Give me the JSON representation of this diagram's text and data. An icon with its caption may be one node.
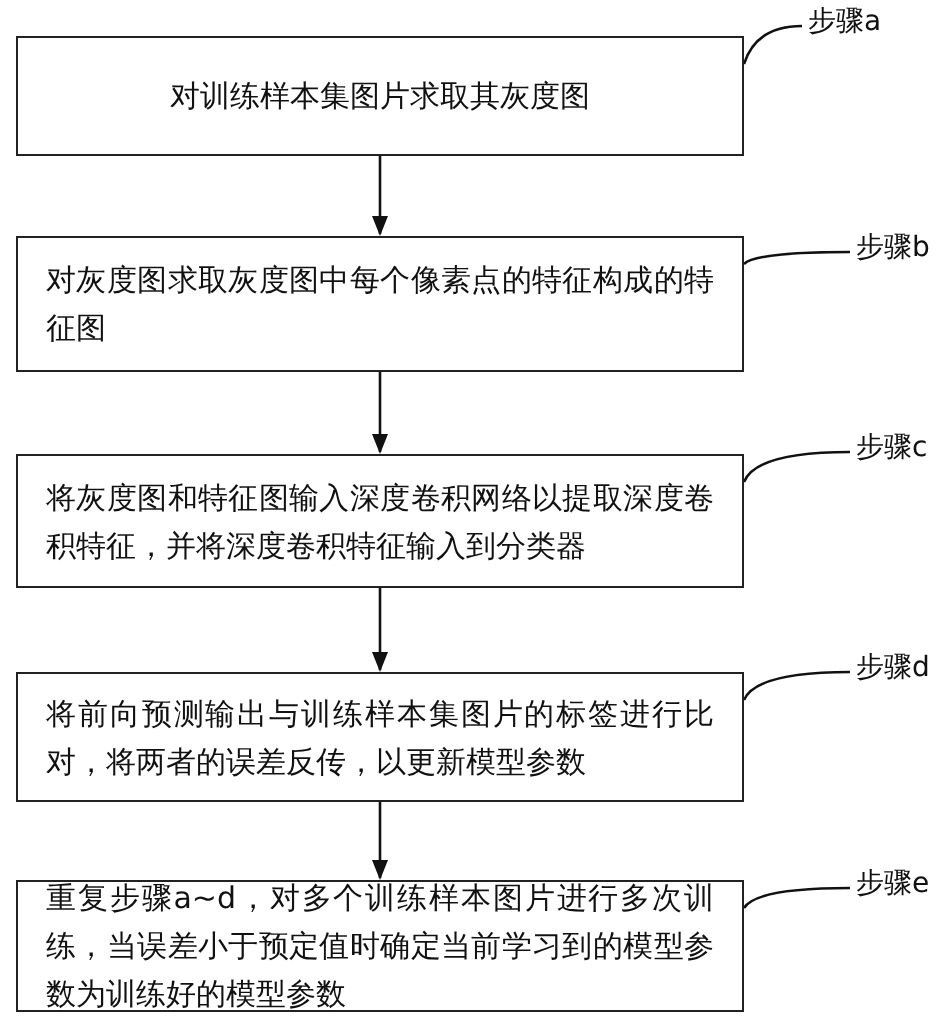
{
  "diagram": {
    "nodes": [
      {
        "text": [
          "步骤a"
        ]
      },
      {
        "text": [
          "对训练样本集图片求取其灰度图"
        ]
      },
      {
        "text": [
          "步骤b"
        ]
      },
      {
        "text": [
          "对灰度图求取灰度图中每个像素点的特征构成的特征图"
        ]
      },
      {
        "text": [
          "步骤c"
        ]
      },
      {
        "text": [
          "将灰度图和特征图输入深度卷积网络以提取深度卷积特征，并将深度卷积特征输入到分类器"
        ]
      },
      {
        "text": [
          "步骤d"
        ]
      },
      {
        "text": [
          "将前向预测输出与训练样本集图片的标签进行比对，将两者的误差反传，以更新模型参数"
        ]
      },
      {
        "text": [
          "步骤e"
        ]
      },
      {
        "text": [
          "重复步骤a~d，对多个训练样本图片进行多次训练，当误差小于预定值时确定当前学习到的模型参数为训练好的模型参数"
        ]
      }
    ],
    "edges": [
      {
        "from": 1,
        "to": 3,
        "arrow": "to"
      },
      {
        "from": 3,
        "to": 5,
        "arrow": "to"
      },
      {
        "from": 5,
        "to": 7,
        "arrow": "to"
      },
      {
        "from": 7,
        "to": 9,
        "arrow": "to"
      },
      {
        "from": 0,
        "to": 1,
        "arrow": "none"
      },
      {
        "from": 2,
        "to": 3,
        "arrow": "none"
      },
      {
        "from": 4,
        "to": 5,
        "arrow": "none"
      },
      {
        "from": 6,
        "to": 7,
        "arrow": "none"
      },
      {
        "from": 8,
        "to": 9,
        "arrow": "none"
      }
    ]
  }
}
